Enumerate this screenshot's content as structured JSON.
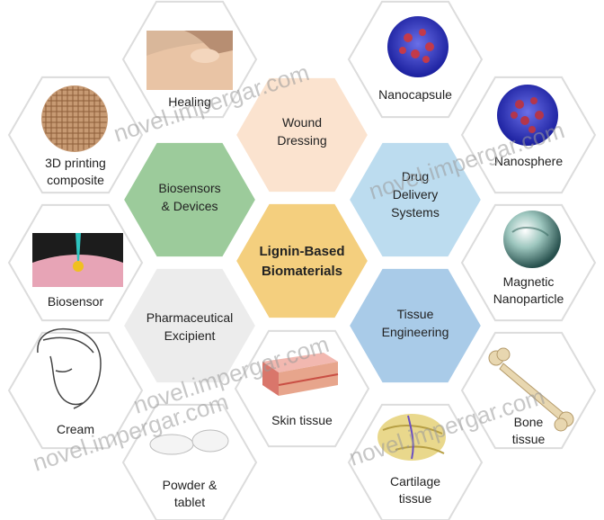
{
  "center": {
    "label_lines": [
      "Lignin-Based",
      "Biomaterials"
    ],
    "fill": "#f4cf7e"
  },
  "categories": [
    {
      "name": "wound-dressing",
      "label_lines": [
        "Wound",
        "Dressing"
      ],
      "fill": "#fbe3cf"
    },
    {
      "name": "drug-delivery",
      "label_lines": [
        "Drug",
        "Delivery",
        "Systems"
      ],
      "fill": "#bcdcef"
    },
    {
      "name": "tissue-engineering",
      "label_lines": [
        "Tissue",
        "Engineering"
      ],
      "fill": "#a9cbe8"
    },
    {
      "name": "skin-tissue-hub",
      "label_lines": [],
      "fill": "#ffffff"
    },
    {
      "name": "pharmaceutical-excipient",
      "label_lines": [
        "Pharmaceutical",
        "Excipient"
      ],
      "fill": "#ececec"
    },
    {
      "name": "biosensors-devices",
      "label_lines": [
        "Biosensors",
        "& Devices"
      ],
      "fill": "#9ccb9b"
    }
  ],
  "applications": [
    {
      "name": "healing",
      "label_lines": [
        "Healing"
      ],
      "icon": "healing-photo-icon"
    },
    {
      "name": "nanocapsule",
      "label_lines": [
        "Nanocapsule"
      ],
      "icon": "nanocapsule-icon"
    },
    {
      "name": "nanosphere",
      "label_lines": [
        "Nanosphere"
      ],
      "icon": "nanosphere-icon"
    },
    {
      "name": "magnetic-nanoparticle",
      "label_lines": [
        "Magnetic",
        "Nanoparticle"
      ],
      "icon": "magnetic-nanoparticle-icon"
    },
    {
      "name": "bone-tissue",
      "label_lines": [
        "Bone",
        "tissue"
      ],
      "icon": "bone-icon"
    },
    {
      "name": "cartilage-tissue",
      "label_lines": [
        "Cartilage",
        "tissue"
      ],
      "icon": "cartilage-icon"
    },
    {
      "name": "skin-tissue",
      "label_lines": [
        "Skin tissue"
      ],
      "icon": "skin-tissue-icon"
    },
    {
      "name": "powder-tablet",
      "label_lines": [
        "Powder &",
        "tablet"
      ],
      "icon": "tablet-icon"
    },
    {
      "name": "cream",
      "label_lines": [
        "Cream"
      ],
      "icon": "cream-face-icon"
    },
    {
      "name": "biosensor",
      "label_lines": [
        "Biosensor"
      ],
      "icon": "biosensor-icon"
    },
    {
      "name": "3d-printing-composite",
      "label_lines": [
        "3D printing",
        "composite"
      ],
      "icon": "printed-mesh-icon"
    }
  ],
  "watermark": "novel.impergar.com"
}
